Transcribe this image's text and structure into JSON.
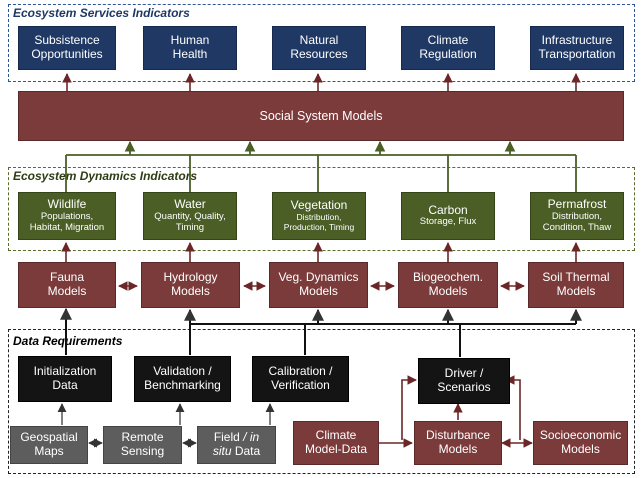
{
  "sections": {
    "services": "Ecosystem Services Indicators",
    "dynamics": "Ecosystem Dynamics Indicators",
    "data": "Data Requirements"
  },
  "services": [
    {
      "line1": "Subsistence",
      "line2": "Opportunities"
    },
    {
      "line1": "Human",
      "line2": "Health"
    },
    {
      "line1": "Natural",
      "line2": "Resources"
    },
    {
      "line1": "Climate",
      "line2": "Regulation"
    },
    {
      "line1": "Infrastructure",
      "line2": "Transportation"
    }
  ],
  "social": "Social System Models",
  "dynamics": [
    {
      "title": "Wildlife",
      "sub1": "Populations,",
      "sub2": "Habitat, Migration"
    },
    {
      "title": "Water",
      "sub1": "Quantity, Quality,",
      "sub2": "Timing"
    },
    {
      "title": "Vegetation",
      "sub1": "Distribution,",
      "sub2": "Production, Timing"
    },
    {
      "title": "Carbon",
      "sub1": "Storage, Flux",
      "sub2": ""
    },
    {
      "title": "Permafrost",
      "sub1": "Distribution,",
      "sub2": "Condition, Thaw"
    }
  ],
  "models": [
    {
      "line1": "Fauna",
      "line2": "Models"
    },
    {
      "line1": "Hydrology",
      "line2": "Models"
    },
    {
      "line1": "Veg. Dynamics",
      "line2": "Models"
    },
    {
      "line1": "Biogeochem.",
      "line2": "Models"
    },
    {
      "line1": "Soil Thermal",
      "line2": "Models"
    }
  ],
  "requirements": {
    "initialization": {
      "line1": "Initialization",
      "line2": "Data"
    },
    "validation": {
      "line1": "Validation /",
      "line2": "Benchmarking"
    },
    "calibration": {
      "line1": "Calibration /",
      "line2": "Verification"
    },
    "driver": {
      "line1": "Driver /",
      "line2": "Scenarios"
    }
  },
  "inputs": {
    "geospatial": {
      "line1": "Geospatial",
      "line2": "Maps"
    },
    "remote": {
      "line1": "Remote",
      "line2": "Sensing"
    },
    "field": {
      "line1a": "Field ",
      "line1b": "/ in",
      "line2a": "situ",
      "line2b": " Data"
    },
    "climate": {
      "line1": "Climate",
      "line2": "Model-Data"
    },
    "disturbance": {
      "line1": "Disturbance",
      "line2": "Models"
    },
    "socioeconomic": {
      "line1": "Socioeconomic",
      "line2": "Models"
    }
  },
  "colors": {
    "navy": "#1f3864",
    "green": "#4a5e26",
    "maroon": "#7b3b3b",
    "black": "#141414",
    "gray": "#5d5d5d",
    "services_border": "#2e5597",
    "dynamics_border": "#5a6e2c",
    "services_title": "#1f3864",
    "dynamics_title": "#2e3d14",
    "data_title": "#000000",
    "arrow_dark": "#6b2727",
    "arrow_green": "#4a5e26"
  }
}
